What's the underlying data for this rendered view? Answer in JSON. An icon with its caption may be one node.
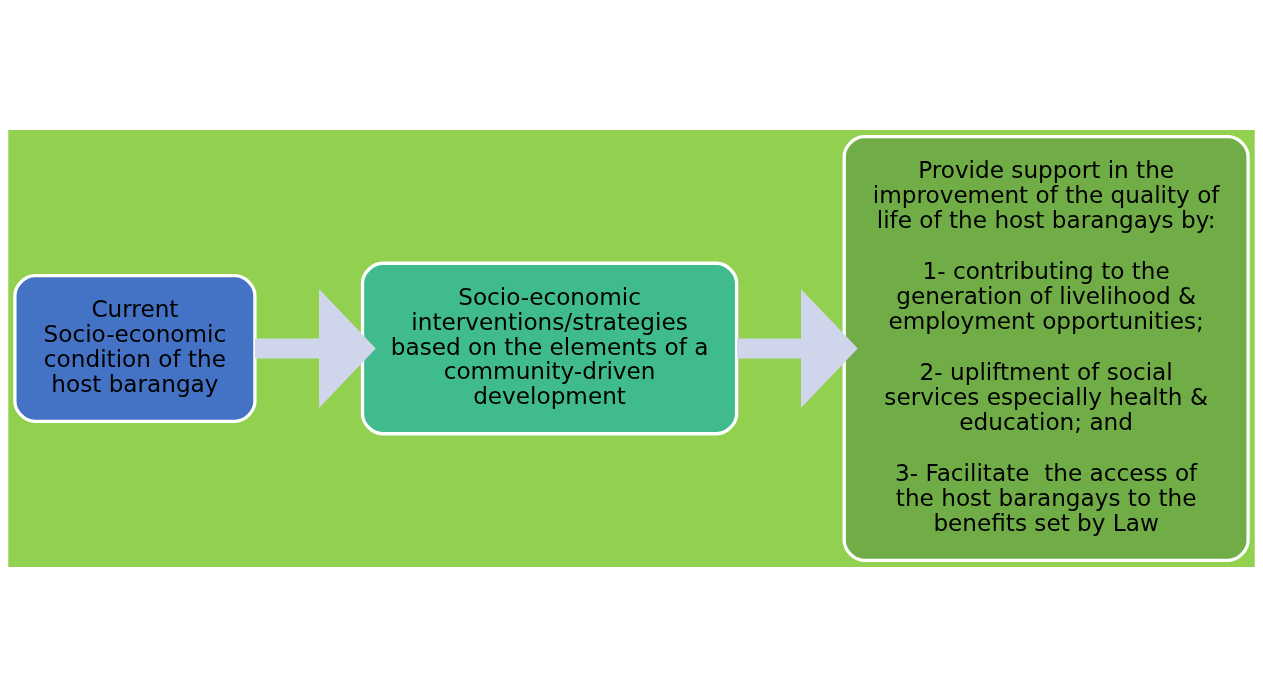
{
  "diagram": {
    "nodes": [
      {
        "text": [
          "Current Socio-economic condition of the host barangay"
        ]
      },
      {
        "text": [
          "Socio-economic interventions/strategies based on the elements of a community-driven development"
        ]
      },
      {
        "text": [
          "Provide support in the improvement of the quality of life of the host barangays by:",
          "1- contributing to the generation of livelihood & employment opportunities;",
          "2- upliftment of social services especially health & education; and",
          "3- Facilitate  the access of the host barangays to the benefits set by Law"
        ]
      }
    ],
    "edges": [
      {
        "from": 0,
        "to": 1,
        "arrow": "to"
      },
      {
        "from": 1,
        "to": 2,
        "arrow": "to"
      }
    ]
  }
}
